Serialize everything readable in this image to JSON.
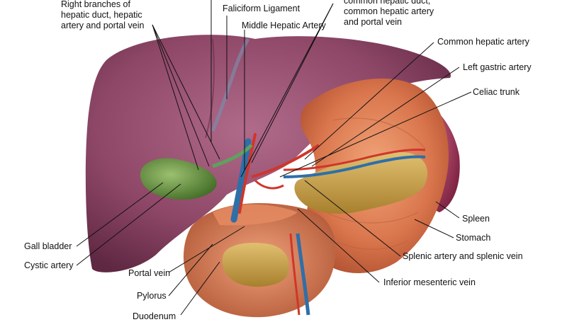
{
  "labels": {
    "right_branches": [
      "Right branches of",
      "hepatic duct, hepatic",
      "artery and portal vein"
    ],
    "faliciform": "Faliciform Ligament",
    "middle_hepatic": "Middle Hepatic Artery",
    "common_duct": [
      "common hepatic duct,",
      "common hepatic artery",
      "and portal vein"
    ],
    "common_hepatic_artery": "Common hepatic artery",
    "left_gastric": "Left gastric artery",
    "celiac": "Celiac trunk",
    "spleen": "Spleen",
    "stomach": "Stomach",
    "splenic": "Splenic artery and splenic vein",
    "inferior_mesenteric": "Inferior mesenteric vein",
    "gall_bladder": "Gall bladder",
    "cystic_artery": "Cystic artery",
    "portal_vein": "Portal vein",
    "pylorus": "Pylorus",
    "duodenum": "Duodenum"
  },
  "colors": {
    "liver": "#8e4767",
    "stomach": "#d9754c",
    "pancreas": "#c9a44a",
    "gallbladder": "#5f8a3c",
    "artery": "#d0362a",
    "vein": "#2f6fa8",
    "spleen": "#a8325a",
    "leader": "#111111"
  }
}
